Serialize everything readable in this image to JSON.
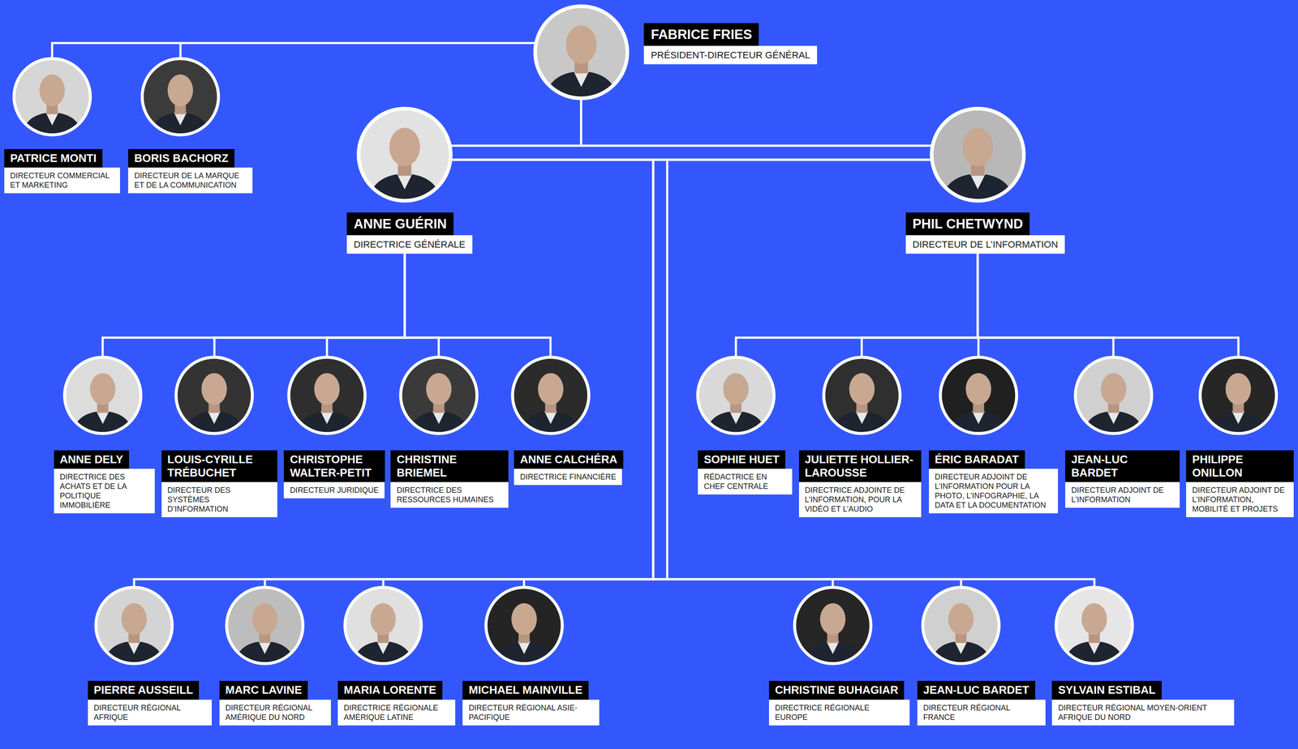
{
  "diagram": {
    "nodes": [
      {
        "text": [
          "FABRICE FRIES",
          "PRÉSIDENT-DIRECTEUR GÉNÉRAL"
        ]
      },
      {
        "text": [
          "PATRICE MONTI",
          "DIRECTEUR COMMERCIAL ET MARKETING"
        ]
      },
      {
        "text": [
          "BORIS BACHORZ",
          "DIRECTEUR DE LA MARQUE ET DE LA COMMUNICATION"
        ]
      },
      {
        "text": [
          "ANNE GUÉRIN",
          "DIRECTRICE GÉNÉRALE"
        ]
      },
      {
        "text": [
          "PHIL CHETWYND",
          "DIRECTEUR DE L’INFORMATION"
        ]
      },
      {
        "text": [
          "ANNE DELY",
          "DIRECTRICE DES ACHATS ET DE LA POLITIQUE IMMOBILIÈRE"
        ]
      },
      {
        "text": [
          "LOUIS-CYRILLE TRÉBUCHET",
          "DIRECTEUR DES SYSTÈMES D’INFORMATION"
        ]
      },
      {
        "text": [
          "CHRISTOPHE WALTER-PETIT",
          "DIRECTEUR JURIDIQUE"
        ]
      },
      {
        "text": [
          "CHRISTINE BRIEMEL",
          "DIRECTRICE DES RESSOURCES HUMAINES"
        ]
      },
      {
        "text": [
          "ANNE CALCHÉRA",
          "DIRECTRICE FINANCIÈRE"
        ]
      },
      {
        "text": [
          "SOPHIE HUET",
          "RÉDACTRICE EN CHEF CENTRALE"
        ]
      },
      {
        "text": [
          "JULIETTE HOLLIER-LAROUSSE",
          "DIRECTRICE ADJOINTE DE L’INFORMATION, POUR LA VIDÉO ET L’AUDIO"
        ]
      },
      {
        "text": [
          "ÉRIC BARADAT",
          "DIRECTEUR ADJOINT DE L’INFORMATION POUR LA PHOTO, L’INFOGRAPHIE, LA DATA ET LA DOCUMENTATION"
        ]
      },
      {
        "text": [
          "JEAN-LUC BARDET",
          "DIRECTEUR ADJOINT DE L’INFORMATION"
        ]
      },
      {
        "text": [
          "PHILIPPE ONILLON",
          "DIRECTEUR ADJOINT DE L’INFORMATION, MOBILITÉ ET PROJETS"
        ]
      },
      {
        "text": [
          "PIERRE AUSSEILL",
          "DIRECTEUR RÉGIONAL AFRIQUE"
        ]
      },
      {
        "text": [
          "MARC LAVINE",
          "DIRECTEUR RÉGIONAL AMÉRIQUE DU NORD"
        ]
      },
      {
        "text": [
          "MARIA LORENTE",
          "DIRECTRICE RÉGIONALE AMÉRIQUE LATINE"
        ]
      },
      {
        "text": [
          "MICHAEL MAINVILLE",
          "DIRECTEUR RÉGIONAL ASIE-PACIFIQUE"
        ]
      },
      {
        "text": [
          "CHRISTINE BUHAGIAR",
          "DIRECTRICE RÉGIONALE EUROPE"
        ]
      },
      {
        "text": [
          "JEAN-LUC BARDET",
          "DIRECTEUR RÉGIONAL FRANCE"
        ]
      },
      {
        "text": [
          "SYLVAIN ESTIBAL",
          "DIRECTEUR RÉGIONAL MOYEN-ORIENT AFRIQUE DU NORD"
        ]
      }
    ],
    "edges": [
      {
        "from": 0,
        "to": 1,
        "arrow": "none"
      },
      {
        "from": 0,
        "to": 2,
        "arrow": "none"
      },
      {
        "from": 0,
        "to": 3,
        "arrow": "none"
      },
      {
        "from": 0,
        "to": 4,
        "arrow": "none"
      },
      {
        "from": 3,
        "to": 5,
        "arrow": "none"
      },
      {
        "from": 3,
        "to": 6,
        "arrow": "none"
      },
      {
        "from": 3,
        "to": 7,
        "arrow": "none"
      },
      {
        "from": 3,
        "to": 8,
        "arrow": "none"
      },
      {
        "from": 3,
        "to": 9,
        "arrow": "none"
      },
      {
        "from": 4,
        "to": 10,
        "arrow": "none"
      },
      {
        "from": 4,
        "to": 11,
        "arrow": "none"
      },
      {
        "from": 4,
        "to": 12,
        "arrow": "none"
      },
      {
        "from": 4,
        "to": 13,
        "arrow": "none"
      },
      {
        "from": 4,
        "to": 14,
        "arrow": "none"
      },
      {
        "from": 3,
        "to": 15,
        "arrow": "none"
      },
      {
        "from": 3,
        "to": 16,
        "arrow": "none"
      },
      {
        "from": 3,
        "to": 17,
        "arrow": "none"
      },
      {
        "from": 3,
        "to": 18,
        "arrow": "none"
      },
      {
        "from": 4,
        "to": 19,
        "arrow": "none"
      },
      {
        "from": 4,
        "to": 20,
        "arrow": "none"
      },
      {
        "from": 4,
        "to": 21,
        "arrow": "none"
      }
    ]
  }
}
